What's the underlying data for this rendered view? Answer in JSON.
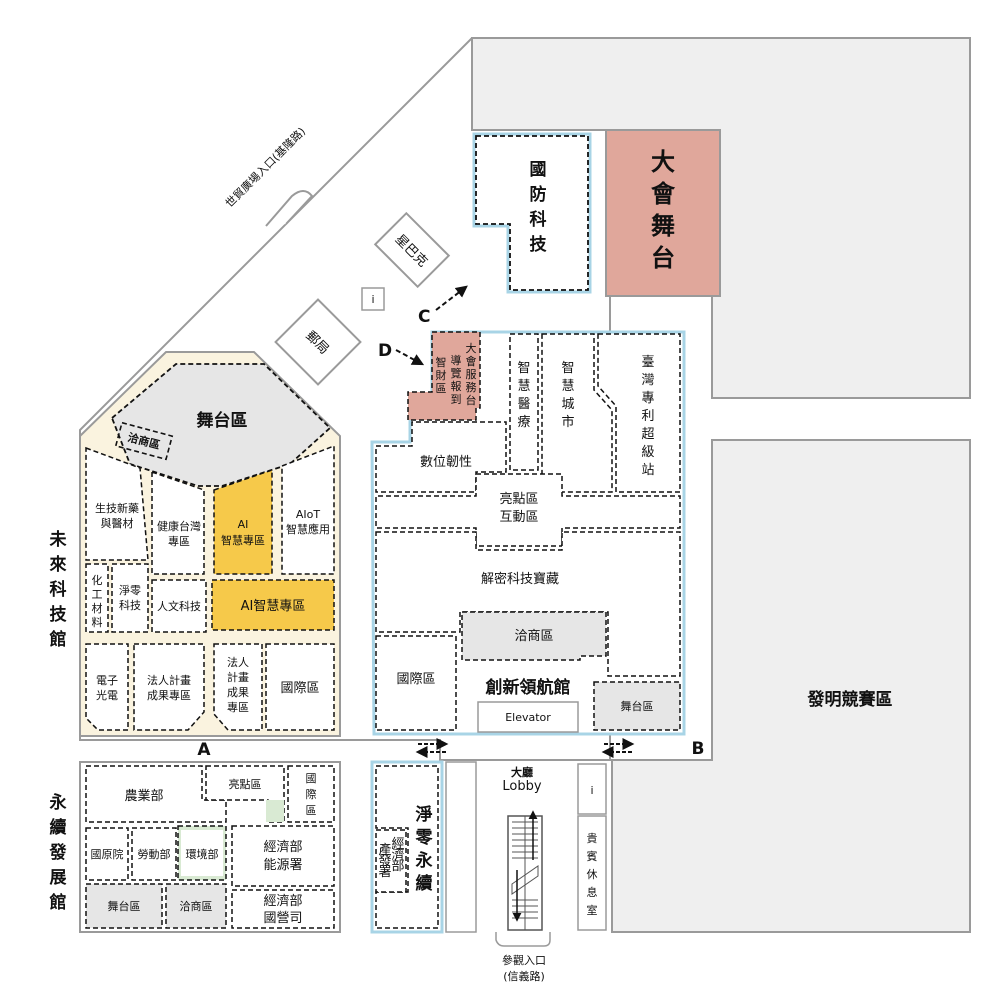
{
  "colors": {
    "wall": "#9a9a9a",
    "floor_light": "#efefef",
    "stage_pink": "#e0a79b",
    "ai_yellow": "#f6c94a",
    "corridor_cream": "#faf3df",
    "blue_edge": "#a8d4e6",
    "zone_gray": "#e6e6e6",
    "green": "#d9ead3"
  },
  "entrances": {
    "north": "世貿廣場入口(基隆路)",
    "main": "參觀入口",
    "main_sub": "(信義路)"
  },
  "areas": {
    "defense_tech": "國防科技",
    "main_stage": "大會舞台",
    "starbucks": "星巴克",
    "info": "i",
    "post_office": "郵局",
    "marker_c": "C",
    "marker_d": "D",
    "marker_a": "A",
    "marker_b": "B",
    "service_desk": "大會服務台",
    "guide_checkin": "導覽報到",
    "ip_zone": "智財區",
    "smart_medical": "智慧醫療",
    "smart_city": "智慧城市",
    "tw_patent": "臺灣專利超級站",
    "digital_resilience": "數位韌性",
    "highlight_zone": "亮點區",
    "interactive_zone": "互動區",
    "decrypt_tech": "解密科技寶藏",
    "negotiation": "洽商區",
    "international": "國際區",
    "innovation_hall": "創新領航館",
    "elevator": "Elevator",
    "stage": "舞台區",
    "invention_zone": "發明競賽區",
    "lobby": "大廳",
    "lobby_en": "Lobby",
    "vip_lounge": "貴賓休息室",
    "net_zero": "淨零永續",
    "moea_industry": "經濟部產發署"
  },
  "future_tech": {
    "hall_name": "未來科技館",
    "stage": "舞台區",
    "negotiation": "洽商區",
    "biotech": "生技新藥與醫材",
    "health_tw": "健康台灣專區",
    "ai_zone": "AI智慧專區",
    "aiot": "AIoT智慧應用",
    "chem_materials": "化工材料",
    "net_zero_tech": "淨零科技",
    "humanities": "人文科技",
    "ai_zone2": "AI智慧專區",
    "electronics": "電子光電",
    "legal_project": "法人計畫成果專區",
    "legal_project2": "法人計畫成果專區",
    "international": "國際區"
  },
  "sustain": {
    "hall_name": "永續發展館",
    "agriculture": "農業部",
    "highlight": "亮點區",
    "international": "國際區",
    "council": "國原院",
    "labor": "勞動部",
    "environment": "環境部",
    "energy": "經濟部能源署",
    "stage": "舞台區",
    "negotiation": "洽商區",
    "state_owned": "經濟部國營司"
  }
}
